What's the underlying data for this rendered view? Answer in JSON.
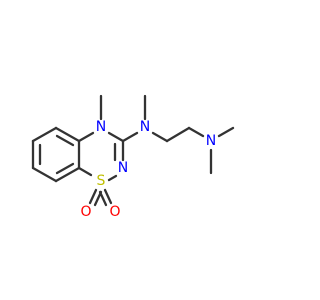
{
  "molecule": {
    "atoms": {
      "n_ring": "N",
      "n_amine": "N",
      "n_dimethyl": "N",
      "n_imine": "N",
      "s": "S",
      "o_left": "O",
      "o_right": "O"
    },
    "colors": {
      "bond": "#333333",
      "nitrogen": "#0000ff",
      "sulfur": "#bfbf00",
      "oxygen": "#ff0000"
    }
  }
}
